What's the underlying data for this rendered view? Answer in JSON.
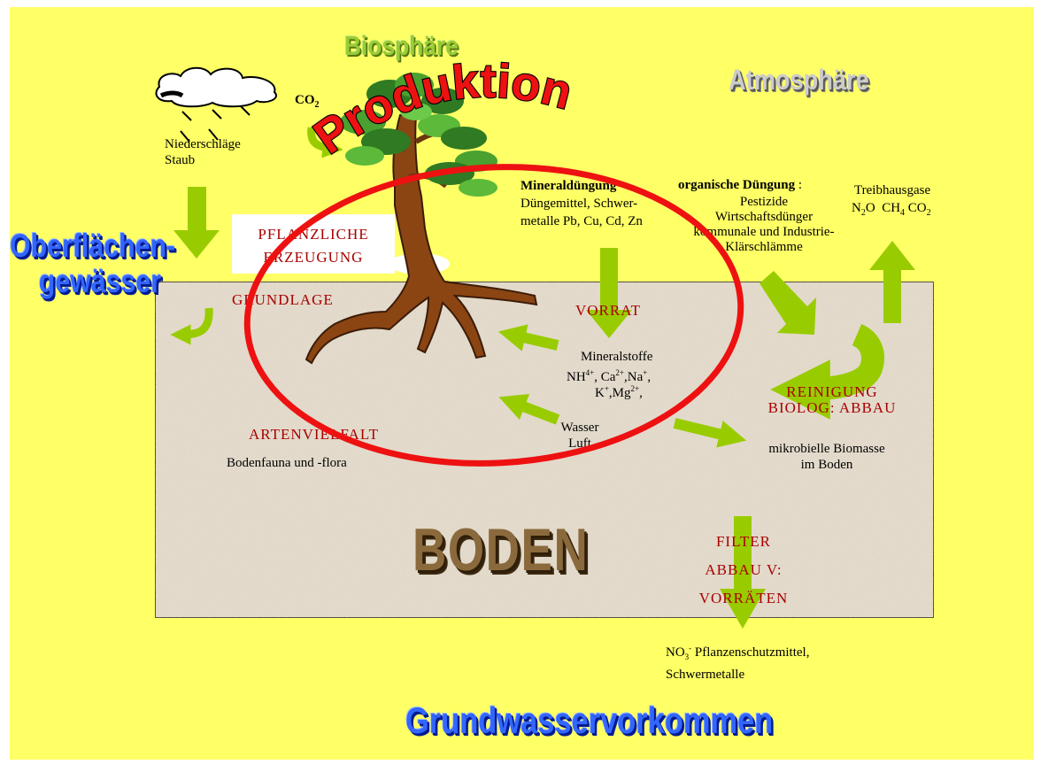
{
  "titles": {
    "biosphere": "Biosphäre",
    "atmosphere": "Atmosphäre",
    "production": "Produktion",
    "surface_water_line1": "Oberflächen-",
    "surface_water_line2": "gewässer",
    "groundwater": "Grundwasservorkommen",
    "soil": "BODEN"
  },
  "weather": {
    "co2": "CO",
    "co2_sub": "2",
    "line1": "Niederschläge",
    "line2": "Staub"
  },
  "plant": {
    "line1": "PFLANZLICHE",
    "line2": "ERZEUGUNG",
    "basis": "GRUNDLAGE"
  },
  "mineral_fert": {
    "title": "Mineraldüngung",
    "line1": "Düngemittel, Schwer-",
    "line2": "metalle Pb, Cu, Cd, Zn"
  },
  "organic_fert": {
    "title": "organische Düngung",
    "colon": ":",
    "line1": "Pestizide",
    "line2": "Wirtschaftsdünger",
    "line3": "kommunale und Industrie-",
    "line4": "Klärschlämme"
  },
  "greenhouse": {
    "title": "Treibhausgase",
    "gas1": "N",
    "gas1_sub": "2",
    "gas1_end": "O",
    "gas2": "CH",
    "gas2_sub": "4",
    "gas3": "CO",
    "gas3_sub": "2"
  },
  "supply": {
    "title": "VORRAT",
    "minerals": "Mineralstoffe",
    "ion1": "NH",
    "ion1_sup": "4+",
    "ion2": ", Ca",
    "ion2_sup": "2+",
    "ion3": ",Na",
    "ion3_sup": "+",
    "ion4": ",",
    "ion5": "K",
    "ion5_sup": "+",
    "ion6": ",Mg",
    "ion6_sup": "2+",
    "ion7": ",",
    "water": "Wasser",
    "air": "Luft"
  },
  "cleaning": {
    "line1": "REINIGUNG",
    "line2": "BIOLOG: ABBAU",
    "bio1": "mikrobielle Biomasse",
    "bio2": "im Boden"
  },
  "diversity": {
    "title": "ARTENVIELFALT",
    "text": "Bodenfauna und -flora"
  },
  "filter": {
    "line1": "FILTER",
    "line2": "ABBAU V:",
    "line3": "VORRÄTEN"
  },
  "leaching": {
    "no3": "NO",
    "no3_sub": "3",
    "no3_sup": "-",
    "line1_end": " Pflanzenschutzmittel,",
    "line2": "Schwermetalle"
  },
  "colors": {
    "background": "#ffff66",
    "soil": "#e8e0d2",
    "arrow": "#99cc00",
    "ellipse": "#ee1111",
    "accent_red": "#a80000",
    "title_blue": "#3366ff"
  },
  "icons": [
    "cloud-icon",
    "rain-icon",
    "tree-icon",
    "arrow-icon"
  ]
}
